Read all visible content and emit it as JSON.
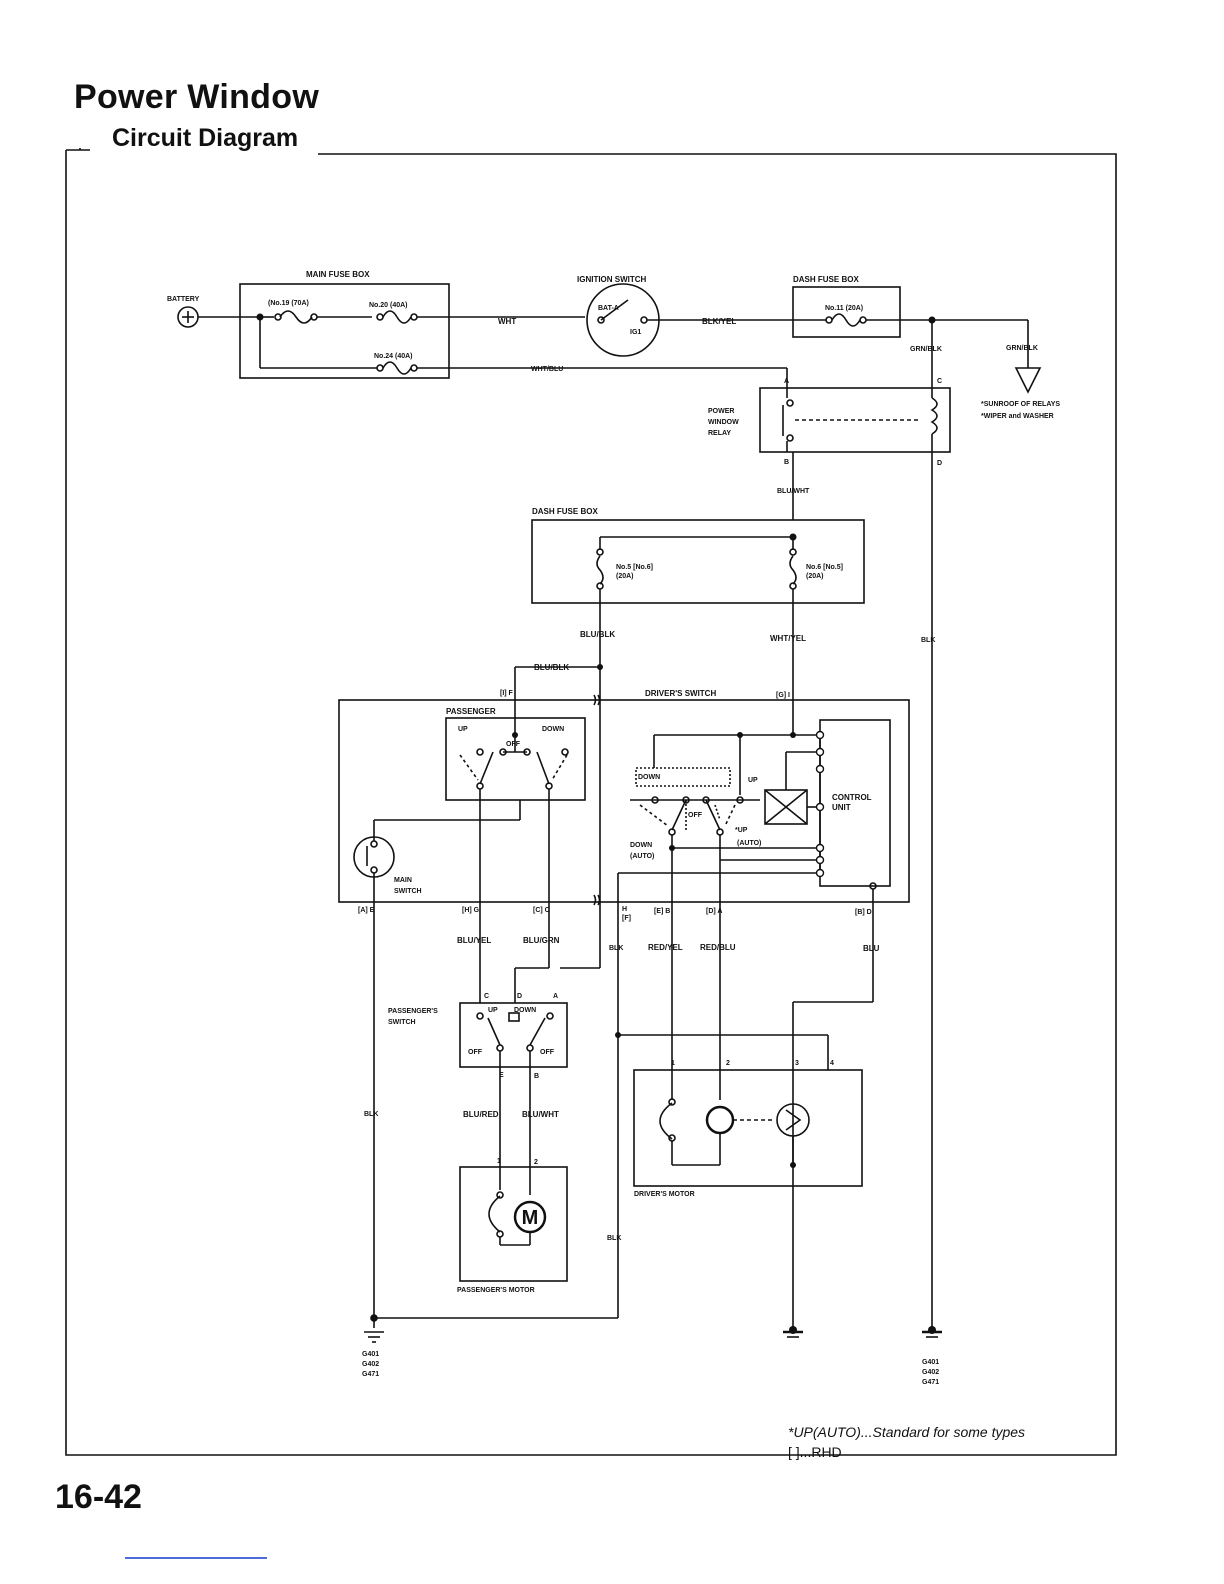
{
  "page": {
    "title": "Power Window",
    "subtitle": "Circuit Diagram",
    "page_number": "16-42",
    "footnotes": [
      "*UP(AUTO)...Standard for some types",
      "[    ]...RHD"
    ]
  },
  "components": {
    "battery": "BATTERY",
    "main_fuse_box": "MAIN FUSE BOX",
    "fuse_19": "(No.19 (70A)",
    "fuse_20": "No.20 (40A)",
    "fuse_24": "No.24 (40A)",
    "ignition_switch": "IGNITION SWITCH",
    "bat_a": "BAT-A",
    "ig1": "IG1",
    "dash_fuse_box_top": "DASH FUSE BOX",
    "fuse_11": "No.11 (20A)",
    "sunroof_note_1": "*SUNROOF OF RELAYS",
    "sunroof_note_2": "*WIPER and WASHER",
    "relay_label_1": "POWER",
    "relay_label_2": "WINDOW",
    "relay_label_3": "RELAY",
    "dash_fuse_box_mid": "DASH FUSE BOX",
    "fuse_5a": "No.5 [No.6]",
    "fuse_5b": "(20A)",
    "fuse_6a": "No.6 [No.5]",
    "fuse_6b": "(20A)",
    "passenger": "PASSENGER",
    "up": "UP",
    "down": "DOWN",
    "off": "OFF",
    "drivers_switch": "DRIVER'S SWITCH",
    "main_switch_1": "MAIN",
    "main_switch_2": "SWITCH",
    "control_unit_1": "CONTROL",
    "control_unit_2": "UNIT",
    "up_auto": "*UP",
    "auto_paren": "(AUTO)",
    "down_auto_1": "DOWN",
    "down_auto_2": "(AUTO)",
    "passengers_switch_1": "PASSENGER'S",
    "passengers_switch_2": "SWITCH",
    "passengers_motor": "PASSENGER'S MOTOR",
    "drivers_motor": "DRIVER'S MOTOR",
    "motor_symbol": "M",
    "ground_1": "G401",
    "ground_2": "G402",
    "ground_3": "G471"
  },
  "wires": {
    "wht": "WHT",
    "blk_yel": "BLK/YEL",
    "wht_blu": "WHT/BLU",
    "grn_blk_1": "GRN/BLK",
    "grn_blk_2": "GRN/BLK",
    "blu_wht_1": "BLU/WHT",
    "blu_blk_1": "BLU/BLK",
    "blu_blk_2": "BLU/BLK",
    "wht_yel": "WHT/YEL",
    "blk_1": "BLK",
    "blu_yel": "BLU/YEL",
    "blu_grn": "BLU/GRN",
    "blk_2": "BLK",
    "red_yel": "RED/YEL",
    "red_blu": "RED/BLU",
    "blu": "BLU",
    "blk_3": "BLK",
    "blu_red": "BLU/RED",
    "blu_wht_2": "BLU/WHT",
    "blk_4": "BLK"
  },
  "terminals": {
    "relay_a": "A",
    "relay_b": "B",
    "relay_c": "C",
    "relay_d": "D",
    "i_f": "[I] F",
    "g_i": "[G] I",
    "a_e": "[A] E",
    "h_g": "[H] G",
    "c_c": "[C] C",
    "h_f_1": "H",
    "h_f_2": "[F]",
    "e_b": "[E] B",
    "d_a": "[D] A",
    "b_d": "[B] D",
    "ps_c": "C",
    "ps_d": "D",
    "ps_a": "A",
    "ps_e": "E",
    "ps_b": "B",
    "pm_1": "1",
    "pm_2": "2",
    "dm_1": "1",
    "dm_2": "2",
    "dm_3": "3",
    "dm_4": "4"
  }
}
